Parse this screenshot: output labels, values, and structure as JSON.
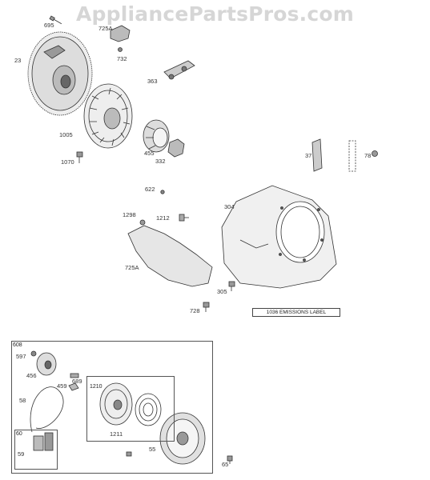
{
  "watermark": "AppliancePartsPros.com",
  "labels": {
    "p695": "695",
    "p725A_top": "725A",
    "p732": "732",
    "p23": "23",
    "p363": "363",
    "p1005": "1005",
    "p455": "455",
    "p332": "332",
    "p1070": "1070",
    "p37": "37",
    "p78": "78",
    "p622": "622",
    "p304": "304",
    "p1298": "1298",
    "p1212": "1212",
    "p725A": "725A",
    "p305": "305",
    "p728": "728",
    "emissions": "1036 EMISSIONS LABEL",
    "p608": "608",
    "p597": "597",
    "p456": "456",
    "p689": "689",
    "p459": "459",
    "p58": "58",
    "p1210": "1210",
    "p1211": "1211",
    "p60": "60",
    "p59": "59",
    "p55": "55",
    "p65": "65"
  }
}
